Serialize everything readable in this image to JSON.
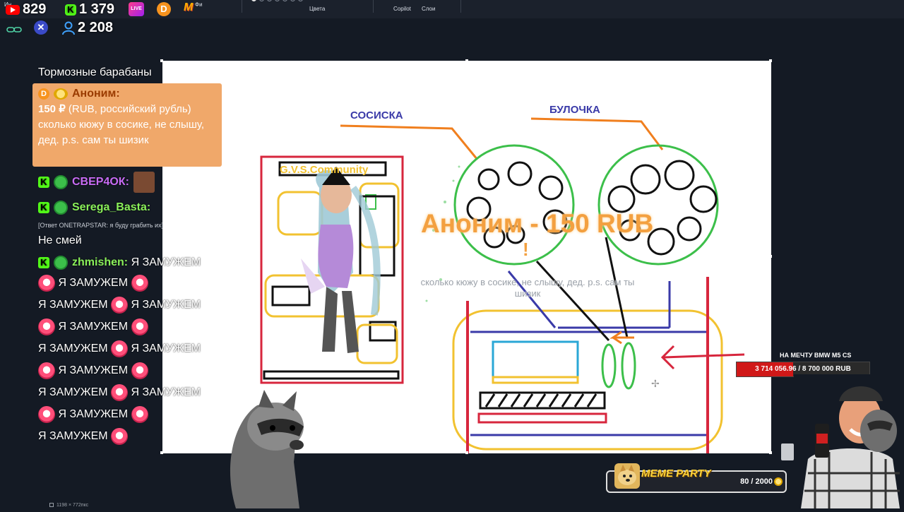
{
  "topbar": {
    "tabs": [
      {
        "label": "Цвета"
      },
      {
        "label": "Copilot"
      },
      {
        "label": "Слои"
      }
    ],
    "page_dots": 7,
    "page_dot_active": 1,
    "fragment_in": "Ин",
    "fragment_fi": "Фи"
  },
  "stats": {
    "youtube_count": "829",
    "kick_count": "1 379",
    "viewers_count": "2 208",
    "live_label": "LIVE"
  },
  "chat": {
    "line1": "Тормозные барабаны",
    "donation": {
      "name": "Аноним:",
      "amount": "150 ₽",
      "text": "(RUB, российский рубль) сколько кюжу в сосике, не слышу, дед. p.s. сам ты шизик"
    },
    "users": [
      {
        "name": "СВЕР4ОК:",
        "color": "#c86cf5"
      },
      {
        "name": "Serega_Basta:",
        "color": "#8af05a"
      }
    ],
    "reply": "[Ответ ONETRAPSTAR: я буду грабить их]",
    "line_ne_smey": "Не смей",
    "zhmishen_name": "zhmishen:",
    "phrase": "Я ЗАМУЖЕМ"
  },
  "canvas": {
    "label_sosiska": "СОСИСКА",
    "label_bulochka": "БУЛОЧКА",
    "community_label": "G.V.S.Community"
  },
  "alert": {
    "title": "Аноним - 150 RUB",
    "mark": "!",
    "message": "сколько кюжу в сосике, не слышу, дед. p.s. сам ты шизик"
  },
  "goal": {
    "label": "НА МЕЧТУ BMW M5 CS",
    "text": "3 714 056.96 / 8 700 000 RUB",
    "progress": 0.427
  },
  "meme_party": {
    "title": "MEME PARTY",
    "count": "80 / 2000"
  },
  "status": {
    "dimensions": "1198 × 772пкс"
  },
  "colors": {
    "kick_green": "#53fc18",
    "youtube_red": "#ff0000",
    "donation_bg": "#f0a86a",
    "alert_orange": "#f3a040",
    "goal_red": "#d01818"
  },
  "icons": [
    "youtube-icon",
    "kick-icon",
    "live-icon",
    "donationalerts-icon",
    "memealerts-icon",
    "link-icon",
    "x-icon",
    "user-icon",
    "coin-icon",
    "doge-icon"
  ]
}
